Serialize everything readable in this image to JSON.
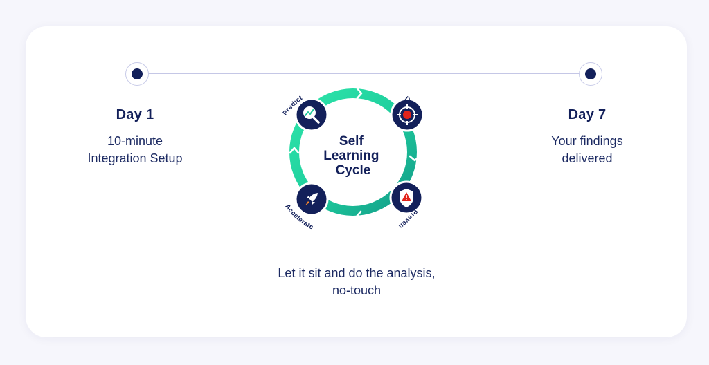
{
  "timeline": {
    "start": {
      "title": "Day 1",
      "description": [
        "10-minute",
        "Integration Setup"
      ]
    },
    "end": {
      "title": "Day 7",
      "description": [
        "Your findings",
        "delivered"
      ]
    }
  },
  "cycle": {
    "title": [
      "Self",
      "Learning",
      "Cycle"
    ],
    "stages": [
      {
        "label": "Predict",
        "icon": "magnifier-trend-icon"
      },
      {
        "label": "Detect",
        "icon": "target-crosshair-icon"
      },
      {
        "label": "Prevent",
        "icon": "warning-shield-icon"
      },
      {
        "label": "Accelerate",
        "icon": "rocket-icon"
      }
    ],
    "colors": {
      "ring_light": "#28dca2",
      "ring_dark": "#15a58c",
      "icon_bg": "#13205a",
      "alert": "#e2231a"
    }
  },
  "caption": [
    "Let it sit and do the analysis,",
    "no-touch"
  ]
}
